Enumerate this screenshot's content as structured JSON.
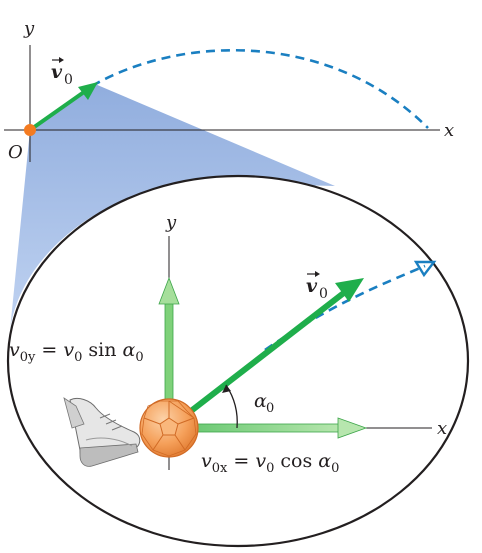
{
  "top_axes": {
    "y_label": "y",
    "x_label": "x",
    "origin_label": "O",
    "velocity_label": "v",
    "velocity_subscript": "0"
  },
  "inset_axes": {
    "y_label": "y",
    "x_label": "x",
    "velocity_label": "v",
    "velocity_subscript": "0",
    "angle_label": "α",
    "angle_subscript": "0"
  },
  "equations": {
    "vy": {
      "lhs": "v",
      "lhs_sub": "0y",
      "eq": " = ",
      "rhs_v": "v",
      "rhs_v_sub": "0",
      "func": " sin ",
      "rhs_angle": "α",
      "rhs_angle_sub": "0"
    },
    "vx": {
      "lhs": "v",
      "lhs_sub": "0x",
      "eq": " = ",
      "rhs_v": "v",
      "rhs_v_sub": "0",
      "func": " cos ",
      "rhs_angle": "α",
      "rhs_angle_sub": "0"
    }
  },
  "colors": {
    "velocity_arrow": "#1fae4b",
    "component_arrow": "#7fd17a",
    "trajectory": "#1a7fc1",
    "projection": "#8fb0e0",
    "origin_dot": "#f47b20",
    "ball": "#f5a05a"
  },
  "icons": {
    "ball": "soccer-ball-icon",
    "shoe": "sneaker-icon"
  }
}
